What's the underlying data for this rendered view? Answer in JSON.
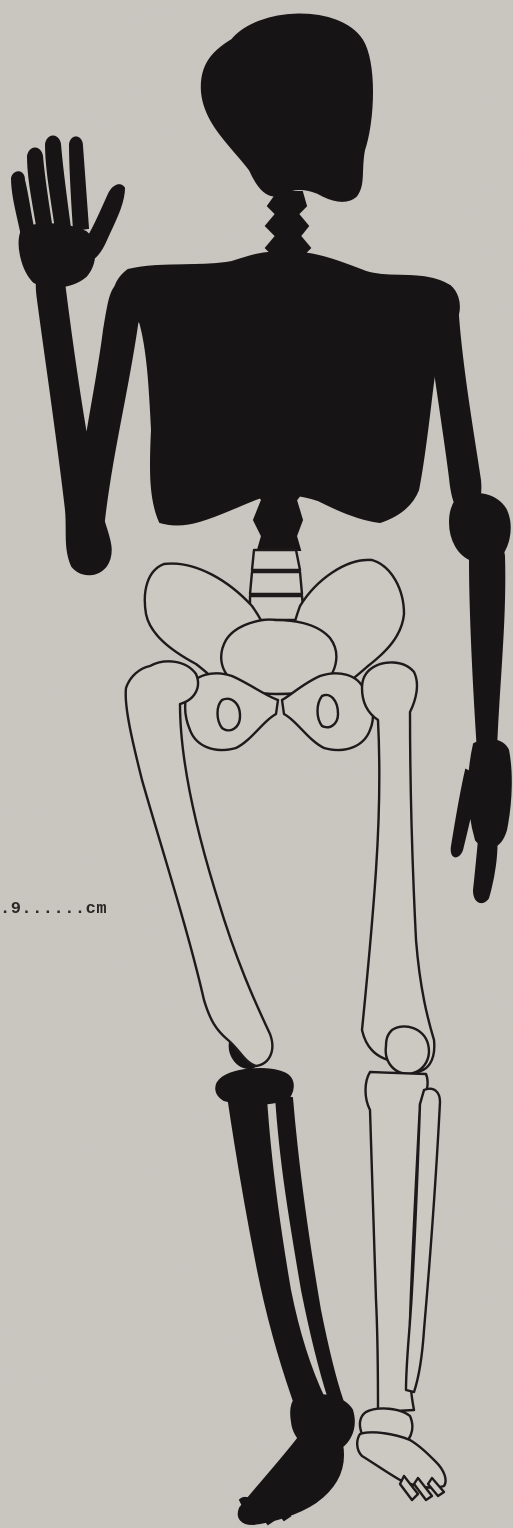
{
  "figure": {
    "measurement_label": ".9......cm",
    "colors": {
      "background": "#c9c6c0",
      "shaded_bone": "#161415",
      "outline_bone": "#1c1a1a",
      "unshaded_fill": "#ccc9c3"
    },
    "parts_shaded": [
      "skull",
      "cervical-spine",
      "thorax",
      "right-arm",
      "right-hand",
      "left-arm",
      "left-hand",
      "right-knee",
      "right-lower-leg",
      "right-foot"
    ],
    "parts_outlined": [
      "lumbar-spine",
      "pelvis",
      "right-femur",
      "left-femur",
      "left-patella",
      "left-lower-leg",
      "left-foot"
    ]
  }
}
